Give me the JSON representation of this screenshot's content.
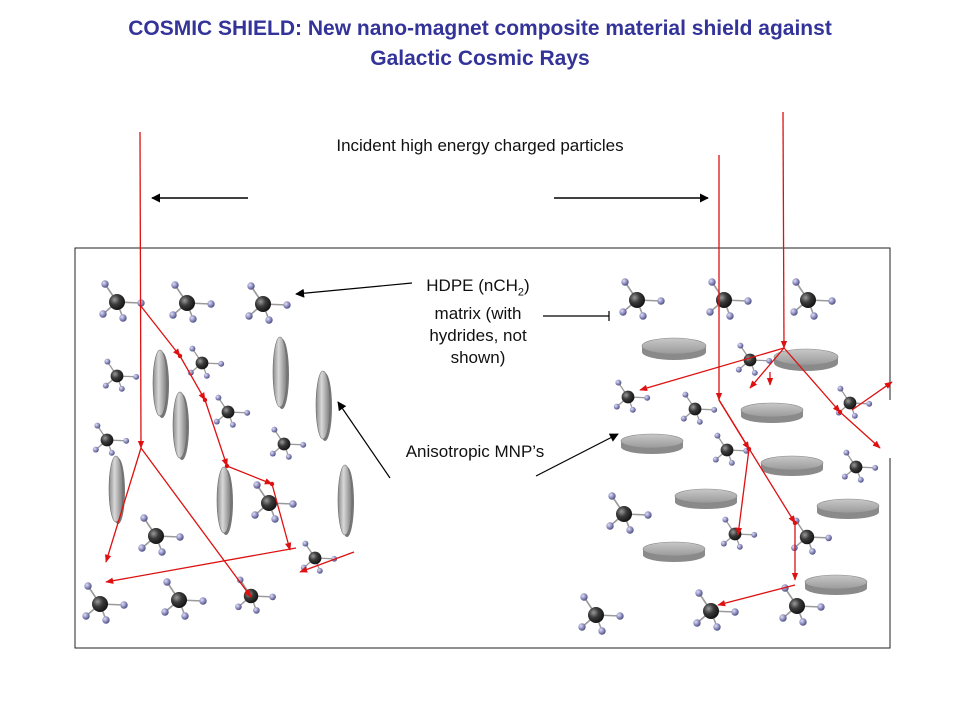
{
  "title": {
    "line1": "COSMIC SHIELD: New nano-magnet composite material shield against",
    "line2": "Galactic Cosmic Rays"
  },
  "labels": {
    "incident": "Incident high energy charged particles",
    "hdpe_pre": "HDPE (nCH",
    "hdpe_sub": "2",
    "hdpe_post": ")",
    "hdpe_line2": "matrix (with",
    "hdpe_line3": "hydrides, not",
    "hdpe_line4": "shown)",
    "mnp": "Anisotropic MNP’s"
  },
  "colors": {
    "title": "#333399",
    "particle_track": "#dd1111",
    "carbon_atom": "#333333",
    "hydrogen_atom": "#8c8cc0",
    "nanoparticle": "#a8a8a8"
  }
}
